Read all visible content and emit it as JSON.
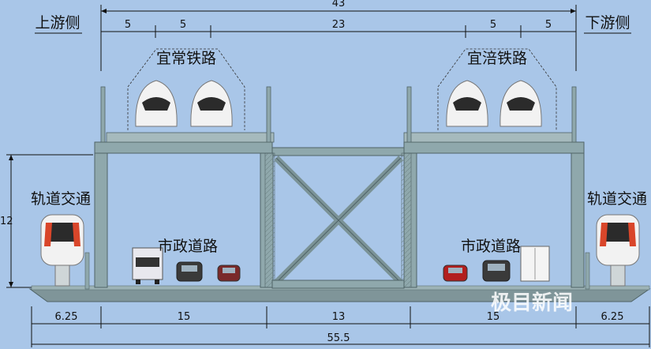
{
  "labels": {
    "upstream": "上游侧",
    "downstream": "下游侧",
    "railway_left": "宜常铁路",
    "railway_right": "宜涪铁路",
    "transit_left": "轨道交通",
    "transit_right": "轨道交通",
    "road_left": "市政道路",
    "road_right": "市政道路"
  },
  "dimensions": {
    "top_total": "43",
    "top_segments": [
      "5",
      "5",
      "23",
      "5",
      "5"
    ],
    "height": "12",
    "bottom_segments": [
      "6.25",
      "15",
      "13",
      "15",
      "6.25"
    ],
    "bottom_total": "55.5"
  },
  "watermark": "极目新闻",
  "colors": {
    "background": "#a9c6e8",
    "steel": "#8fa8ac",
    "steel_dark": "#5d7275",
    "deck": "#7f9599",
    "train_body": "#f2f2f2",
    "train_accent": "#d9462a"
  },
  "icons": [
    "high-speed-train-icon",
    "metro-train-icon",
    "truck-icon",
    "car-icon",
    "suv-icon",
    "van-icon"
  ]
}
